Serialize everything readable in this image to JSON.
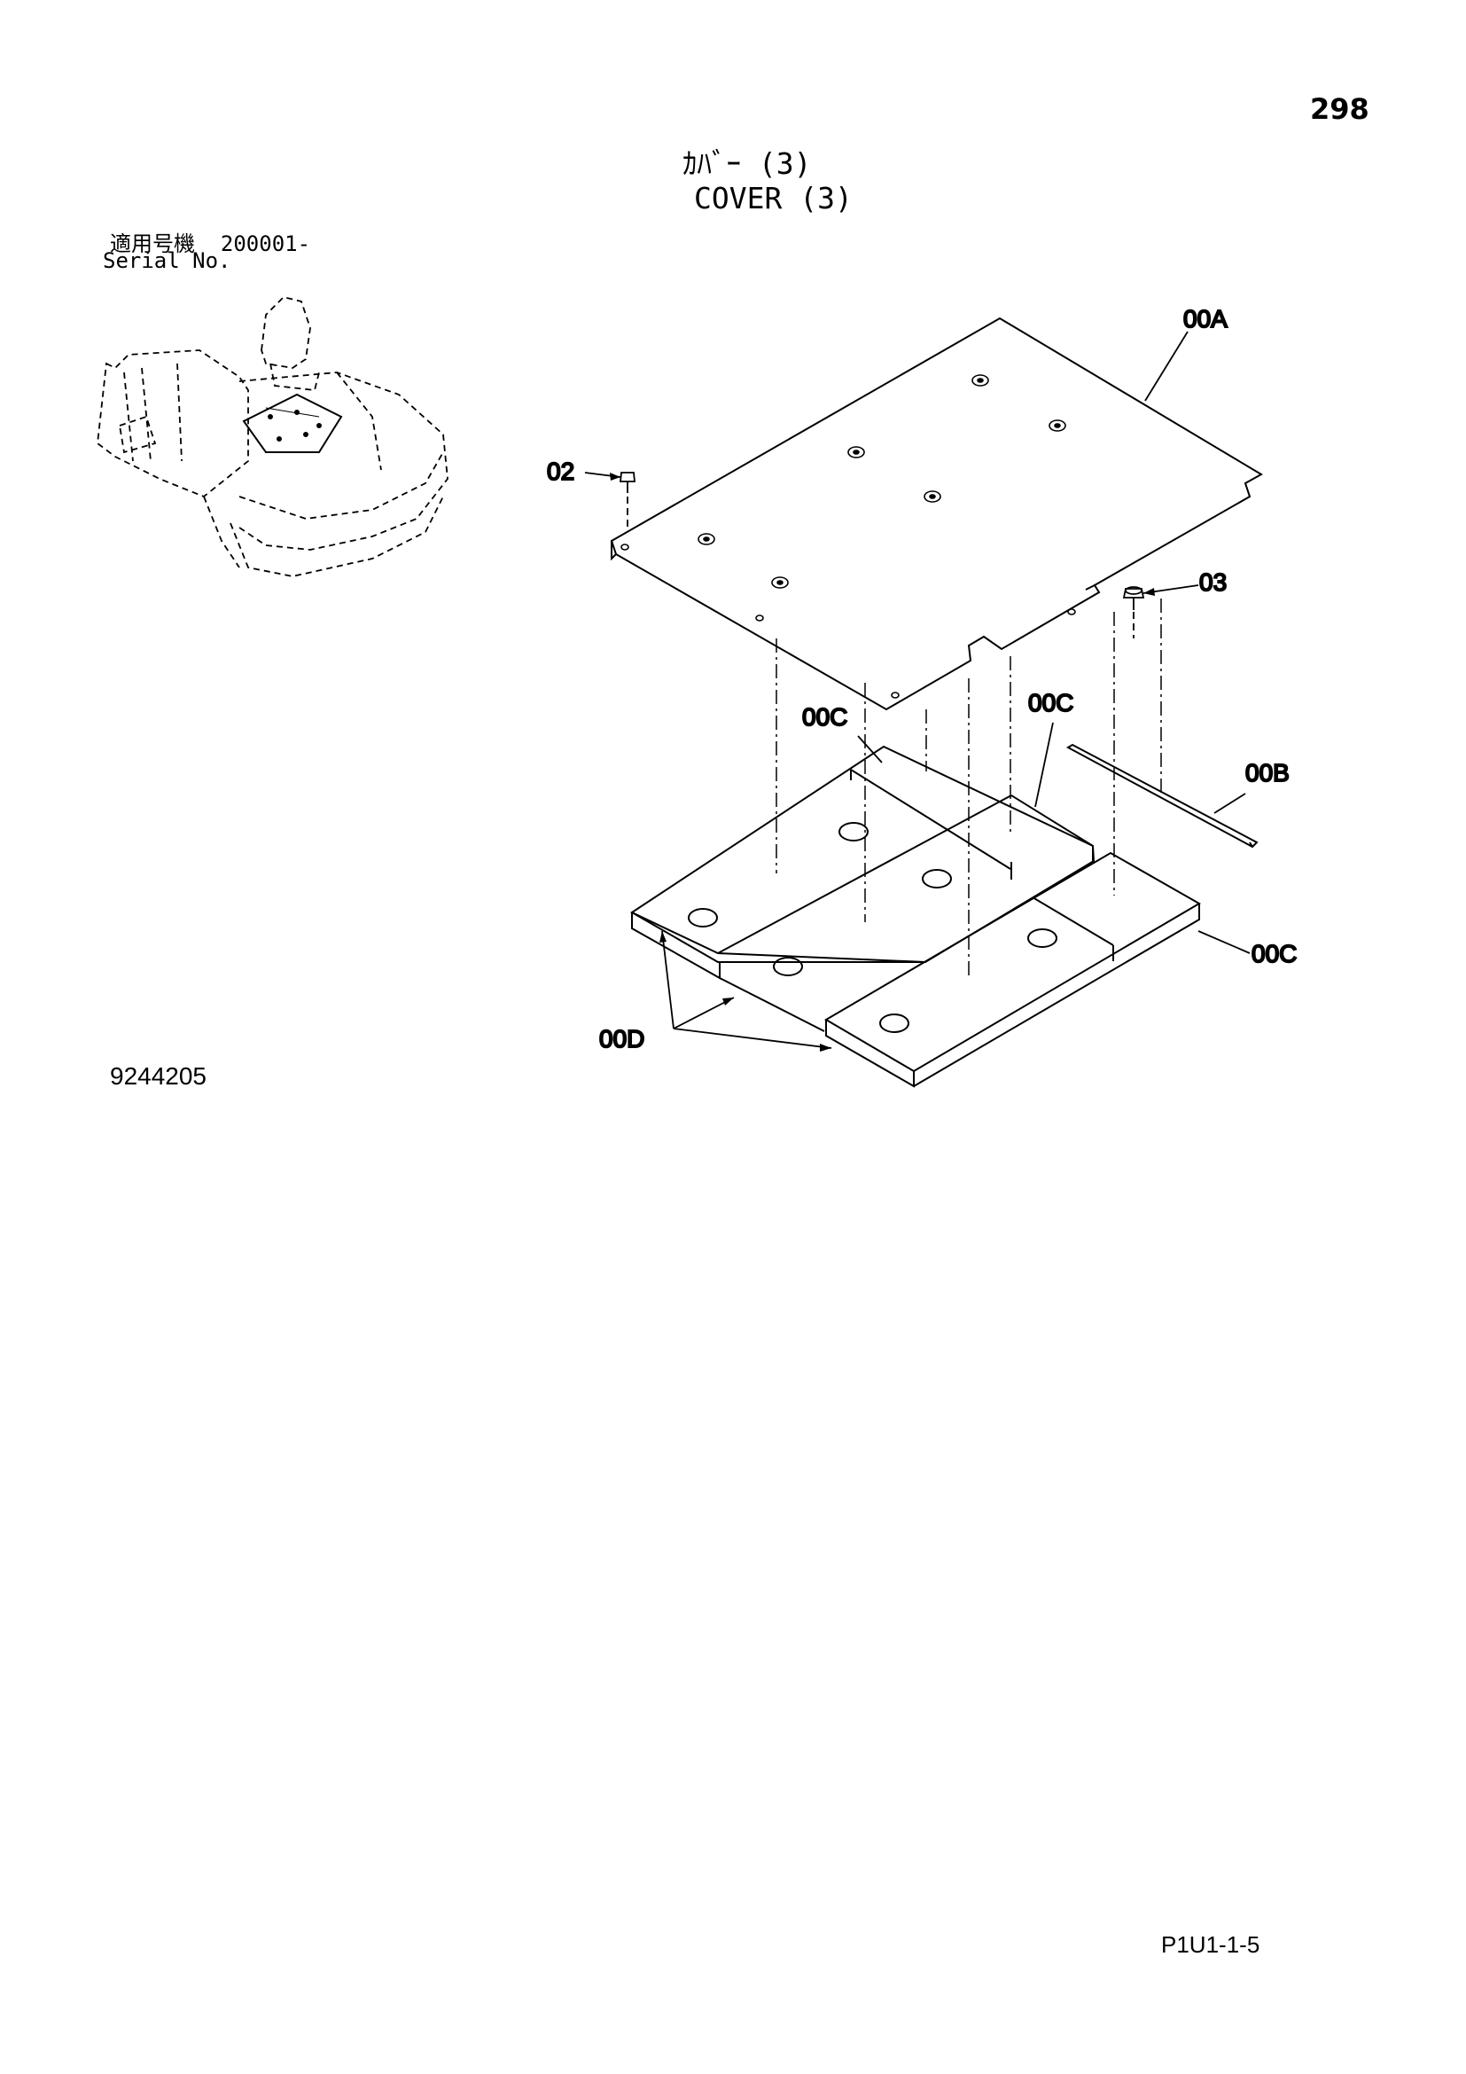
{
  "page_number": "298",
  "title": {
    "jp": "ｶﾊﾞｰ (3)",
    "en": "COVER (3)"
  },
  "serial": {
    "jp_label": "適用号機",
    "number": "200001-",
    "en_label": "Serial No."
  },
  "figure_number": "9244205",
  "page_code": "P1U1-1-5",
  "callouts": {
    "a": "00A",
    "b": "00B",
    "c1": "00C",
    "c2": "00C",
    "c3": "00C",
    "d": "00D",
    "p02": "02",
    "p03": "03"
  }
}
